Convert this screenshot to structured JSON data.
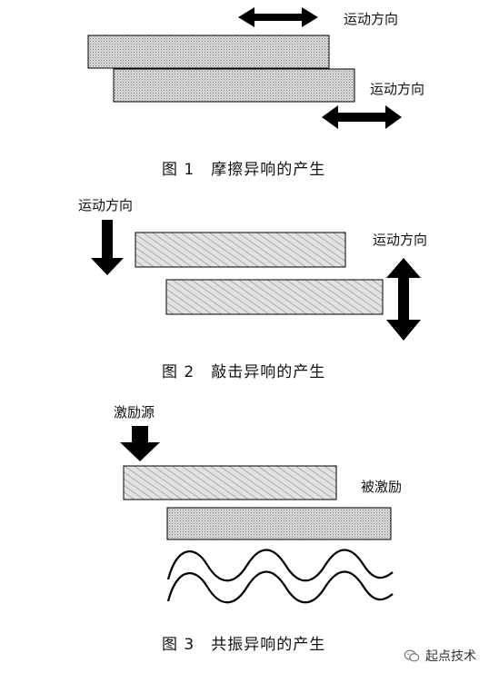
{
  "figure1": {
    "caption_num": "图 1",
    "caption_text": "摩擦异响的产生",
    "label_top": "运动方向",
    "label_bottom": "运动方向"
  },
  "figure2": {
    "caption_num": "图 2",
    "caption_text": "敲击异响的产生",
    "label_left": "运动方向",
    "label_right": "运动方向"
  },
  "figure3": {
    "caption_num": "图 3",
    "caption_text": "共振异响的产生",
    "label_source": "激励源",
    "label_excited": "被激励"
  },
  "watermark": {
    "text": "起点技术"
  },
  "colors": {
    "plate_fill": "#d9d9d9",
    "stroke": "#000000",
    "arrow": "#000000"
  }
}
